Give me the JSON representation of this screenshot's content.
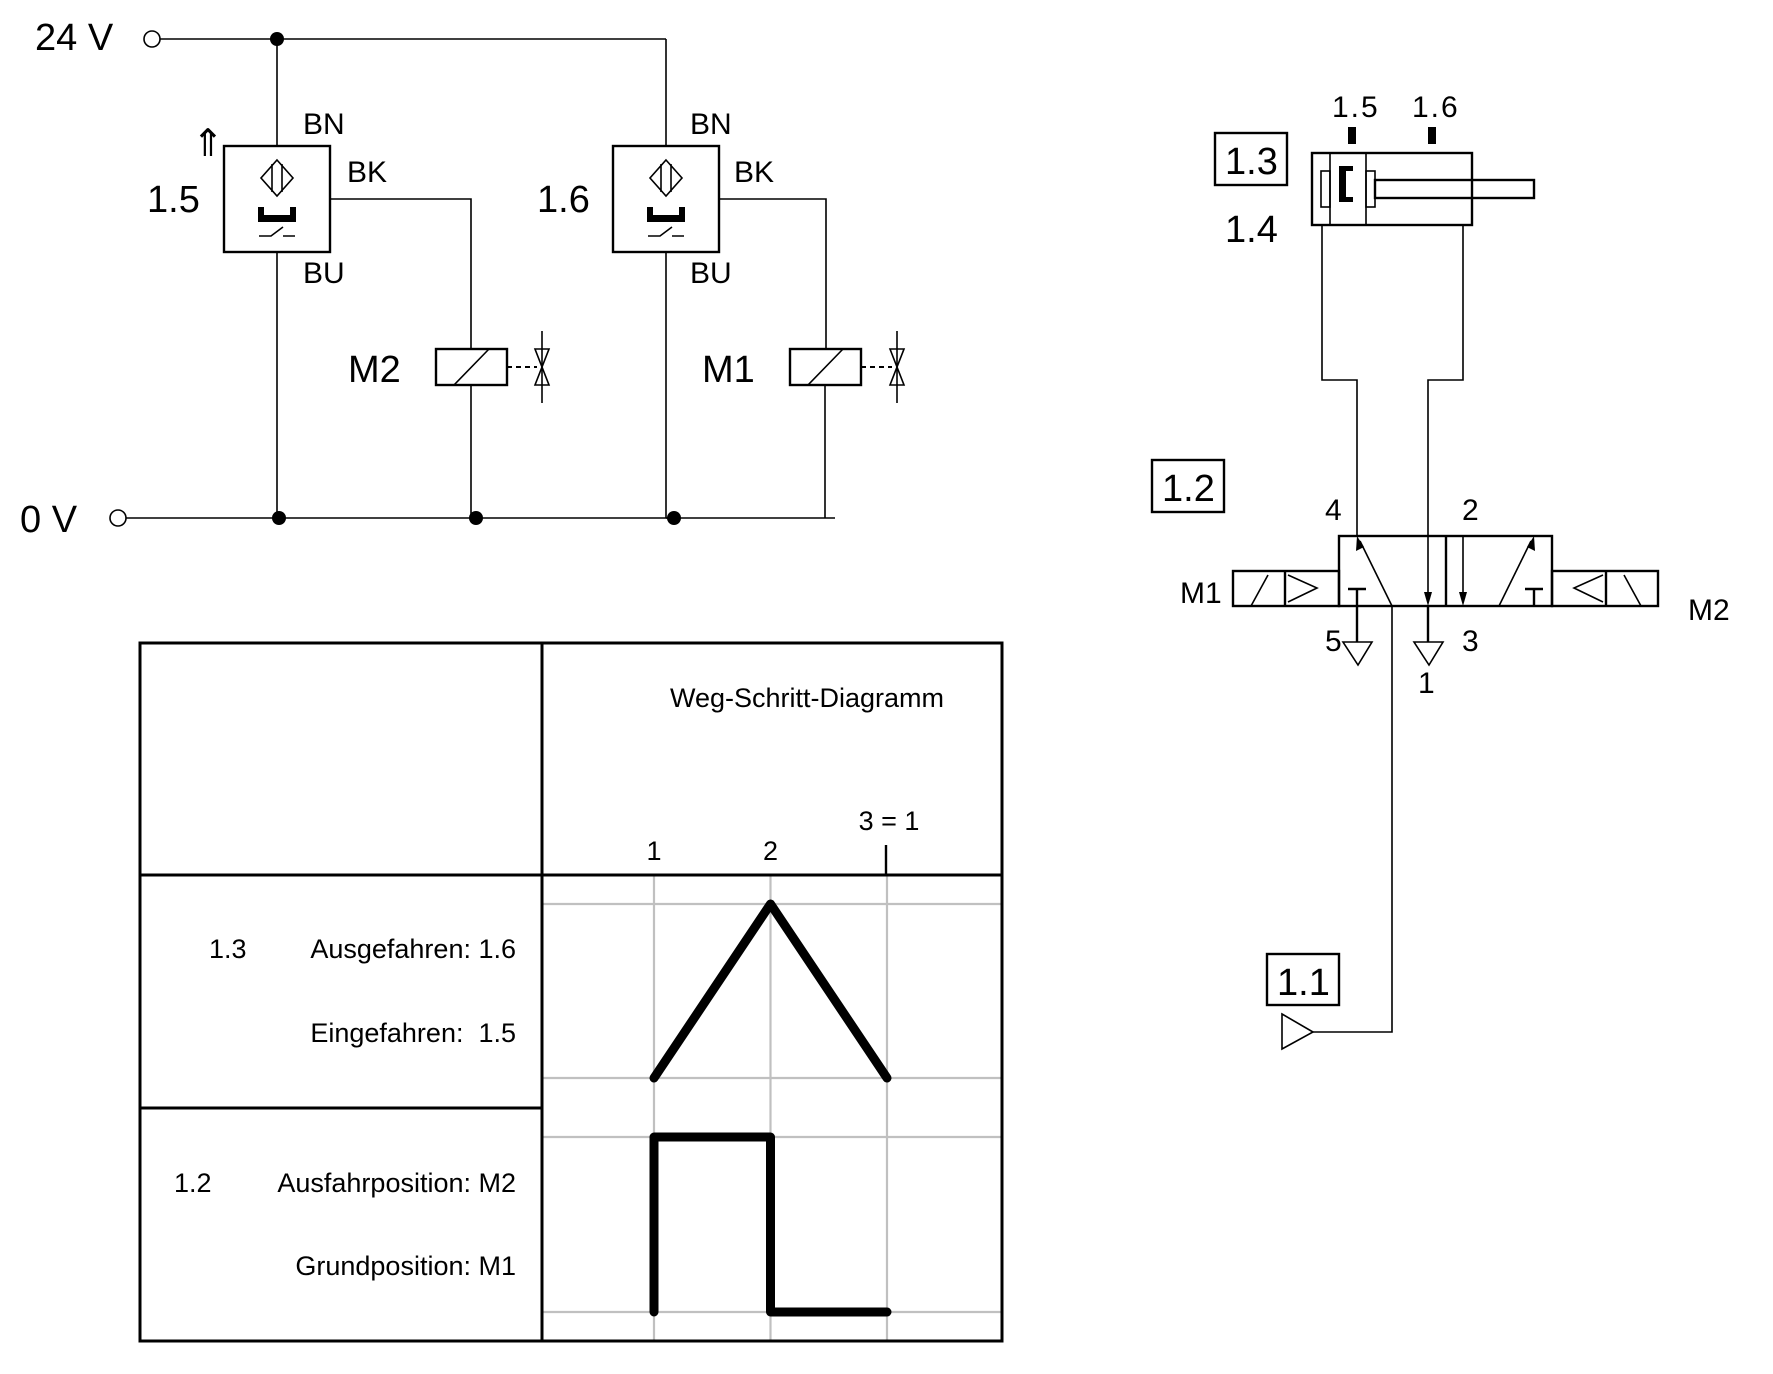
{
  "electrical": {
    "supply_positive": "24 V",
    "supply_negative": "0 V",
    "sensors": [
      {
        "id": "1.5",
        "pins": {
          "top": "BN",
          "out": "BK",
          "bottom": "BU"
        },
        "actuated_arrow": "⇑"
      },
      {
        "id": "1.6",
        "pins": {
          "top": "BN",
          "out": "BK",
          "bottom": "BU"
        }
      }
    ],
    "coils": [
      {
        "id": "M2"
      },
      {
        "id": "M1"
      }
    ]
  },
  "pneumatic": {
    "cylinder": {
      "id": "1.3",
      "sub_id": "1.4",
      "sensor_marks": [
        "1.5",
        "1.6"
      ]
    },
    "valve": {
      "id": "1.2",
      "solenoid_left": "M1",
      "solenoid_right": "M2",
      "ports": {
        "p4": "4",
        "p2": "2",
        "p5": "5",
        "p3": "3",
        "p1": "1"
      }
    },
    "source": {
      "id": "1.1"
    }
  },
  "table": {
    "title": "Weg-Schritt-Diagramm",
    "steps": [
      "1",
      "2",
      "3 = 1"
    ],
    "rows": [
      {
        "component": "1.3",
        "state_top": "Ausgefahren: 1.6",
        "state_bottom": "Eingefahren:  1.5"
      },
      {
        "component": "1.2",
        "state_top": "Ausfahrposition: M2",
        "state_bottom": "Grundposition: M1"
      }
    ]
  },
  "chart_data": {
    "type": "line",
    "title": "Weg-Schritt-Diagramm",
    "categories": [
      "1",
      "2",
      "3 = 1"
    ],
    "series": [
      {
        "name": "1.3 (Ausgefahren: 1.6 / Eingefahren: 1.5)",
        "x": [
          1,
          2,
          3
        ],
        "values": [
          0,
          1,
          0
        ]
      },
      {
        "name": "1.2 (Ausfahrposition: M2 / Grundposition: M1)",
        "x": [
          1,
          1,
          2,
          2,
          3
        ],
        "values": [
          0,
          1,
          1,
          0,
          0
        ]
      }
    ],
    "ylim": [
      0,
      1
    ],
    "grid": true
  }
}
